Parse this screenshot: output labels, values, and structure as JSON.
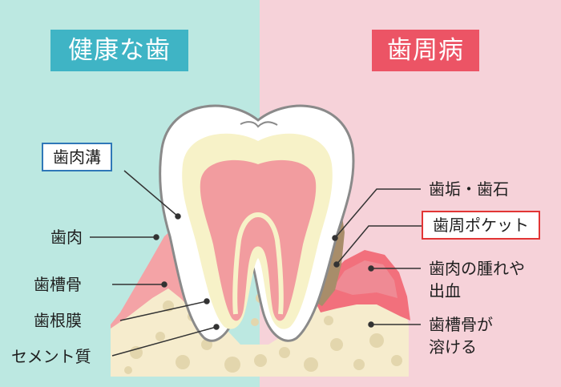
{
  "colors": {
    "healthy_bg": "#bce8e1",
    "disease_bg": "#f6d2d9",
    "healthy_header": "#3fb4c5",
    "disease_header": "#ec5465",
    "enamel": "#ffffff",
    "dentin": "#f7f2c8",
    "pulp": "#f29c9f",
    "gum": "#f4a3a6",
    "bone": "#f6eccd",
    "tartar": "#a88d6a",
    "sulcus_box_border": "#2f78b8",
    "pocket_box_border": "#e23535"
  },
  "headers": {
    "healthy": "健康な歯",
    "periodontal": "歯周病"
  },
  "labels": {
    "gingival_sulcus": "歯肉溝",
    "gum": "歯肉",
    "alveolar_bone": "歯槽骨",
    "periodontal_ligament": "歯根膜",
    "cementum": "セメント質",
    "plaque_tartar": "歯垢・歯石",
    "periodontal_pocket": "歯周ポケット",
    "gum_swelling_line1": "歯肉の腫れや",
    "gum_swelling_line2": "出血",
    "bone_melting_line1": "歯槽骨が",
    "bone_melting_line2": "溶ける"
  },
  "icons": {
    "tooth": "tooth-cross-section-icon"
  }
}
